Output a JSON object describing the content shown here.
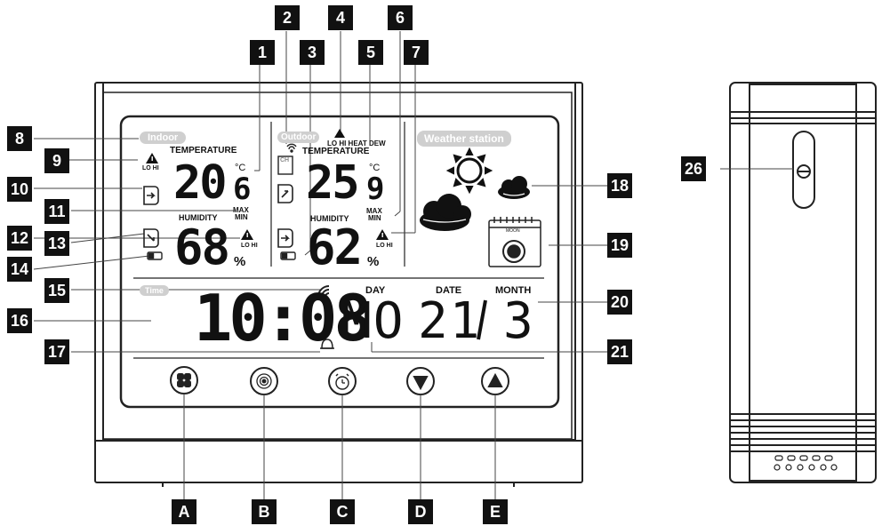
{
  "callouts": {
    "n1": "1",
    "n2": "2",
    "n3": "3",
    "n4": "4",
    "n5": "5",
    "n6": "6",
    "n7": "7",
    "n8": "8",
    "n9": "9",
    "n10": "10",
    "n11": "11",
    "n12": "12",
    "n13": "13",
    "n14": "14",
    "n15": "15",
    "n16": "16",
    "n17": "17",
    "n18": "18",
    "n19": "19",
    "n20": "20",
    "n21": "21",
    "n26": "26",
    "a": "A",
    "b": "B",
    "c": "C",
    "d": "D",
    "e": "E"
  },
  "indoor": {
    "label": "Indoor",
    "alert": "LO HI",
    "temp_heading": "TEMPERATURE",
    "temp_int": "20",
    "temp_dec": "6",
    "temp_unit": "°C",
    "maxmin_max": "MAX",
    "maxmin_min": "MIN",
    "humidity_heading": "HUMIDITY",
    "humidity": "68",
    "humidity_unit": "%",
    "hum_alert": "LO HI"
  },
  "outdoor": {
    "label": "Outdoor",
    "alert": "LO HI HEAT DEW",
    "channel": "CH",
    "temp_heading": "TEMPERATURE",
    "temp_int": "25",
    "temp_dec": "9",
    "temp_unit": "°C",
    "maxmin_max": "MAX",
    "maxmin_min": "MIN",
    "humidity_heading": "HUMIDITY",
    "humidity": "62",
    "humidity_unit": "%",
    "hum_alert": "LO HI"
  },
  "weather": {
    "title": "Weather station",
    "moon": "MOON"
  },
  "time": {
    "label": "Time",
    "clock": "10:08"
  },
  "date": {
    "day_label": "DAY",
    "date_label": "DATE",
    "month_label": "MONTH",
    "day": "MO",
    "date": "21",
    "month": "3"
  },
  "colors": {
    "ink": "#111111",
    "frame": "#222222",
    "pill": "#cfcfcf"
  }
}
